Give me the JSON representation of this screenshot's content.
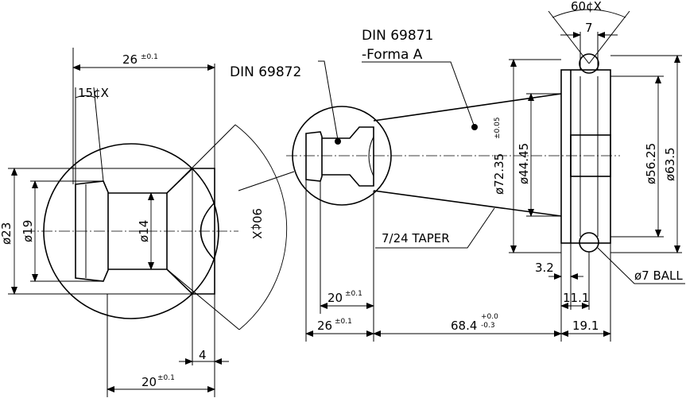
{
  "labels": {
    "din_69871": "DIN 69871",
    "forma_a": "-Forma A",
    "din_69872": "DIN 69872",
    "taper": "7/24 TAPER",
    "ball": "ø7 BALL"
  },
  "dims": {
    "d26_top": "26",
    "tol_01": "±0.1",
    "angle_15": "15¢X",
    "angle_90": "90¢X",
    "angle_60": "60¢X",
    "d23": "ø23",
    "d19": "ø19",
    "d14": "ø14",
    "d4": "4",
    "d20_bottom": "20",
    "d7": "7",
    "d72": "ø72.35",
    "tol_72": "±0.05",
    "d44": "ø44.45",
    "d5625": "ø56.25",
    "d635": "ø63.5",
    "d20_mid": "20",
    "d26_mid": "26",
    "d684": "68.4",
    "tol_684_up": "+0.0",
    "tol_684_dn": "-0.3",
    "d191": "19.1",
    "d32": "3.2",
    "d111": "11.1"
  }
}
